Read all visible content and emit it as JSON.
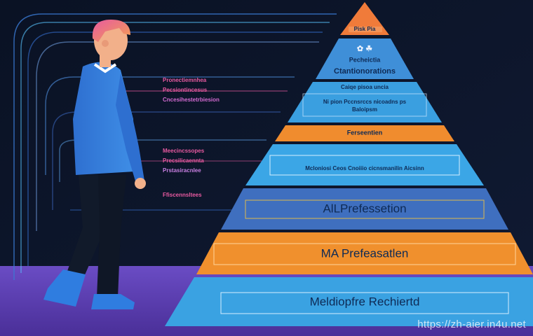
{
  "pyramid": {
    "levels": [
      {
        "label": "Pisk Pia",
        "color": "#f07b3a"
      },
      {
        "label": "Pecheictia",
        "label2": "Ctantionorations",
        "color": "#3f8fd8"
      },
      {
        "label": "Caiqe pisoa uncia",
        "label2": "Ni pion Pccnsrccs nicoadns ps",
        "label3": "Baloipsm",
        "color": "#3a9fe0"
      },
      {
        "label": "Ferseentien",
        "color": "#f08c2e"
      },
      {
        "label": "Mcloniosi Ceos Cnoiiio cicnsmanilin Aicsinn",
        "color": "#3ba6e6"
      },
      {
        "label": "AlLPrefessetion",
        "color": "#3f6fbf"
      },
      {
        "label": "MA Prefeasatlen",
        "color": "#f0902d"
      },
      {
        "label": "Meldiopfre Rechiertd",
        "color": "#3aa2e2"
      }
    ]
  },
  "side_panel": {
    "group1": {
      "line1": "Pronectiemnhea",
      "line2": "Pecsiontincesus",
      "line3": "Cncesihestetrbiesion"
    },
    "group2": {
      "line1": "Meecincssopes",
      "line2": "Precsilicaennta",
      "line3": "Prstasiracnlee"
    },
    "group3": {
      "line1": "Ffiscennsltees"
    }
  },
  "watermark": "https://zh-aier.in4u.net",
  "colors": {
    "background": "#0b1324",
    "floor": "#5a3fb0",
    "orange": "#f0902d",
    "blue": "#3a9fe0",
    "dark_blue": "#3f6fbf"
  }
}
